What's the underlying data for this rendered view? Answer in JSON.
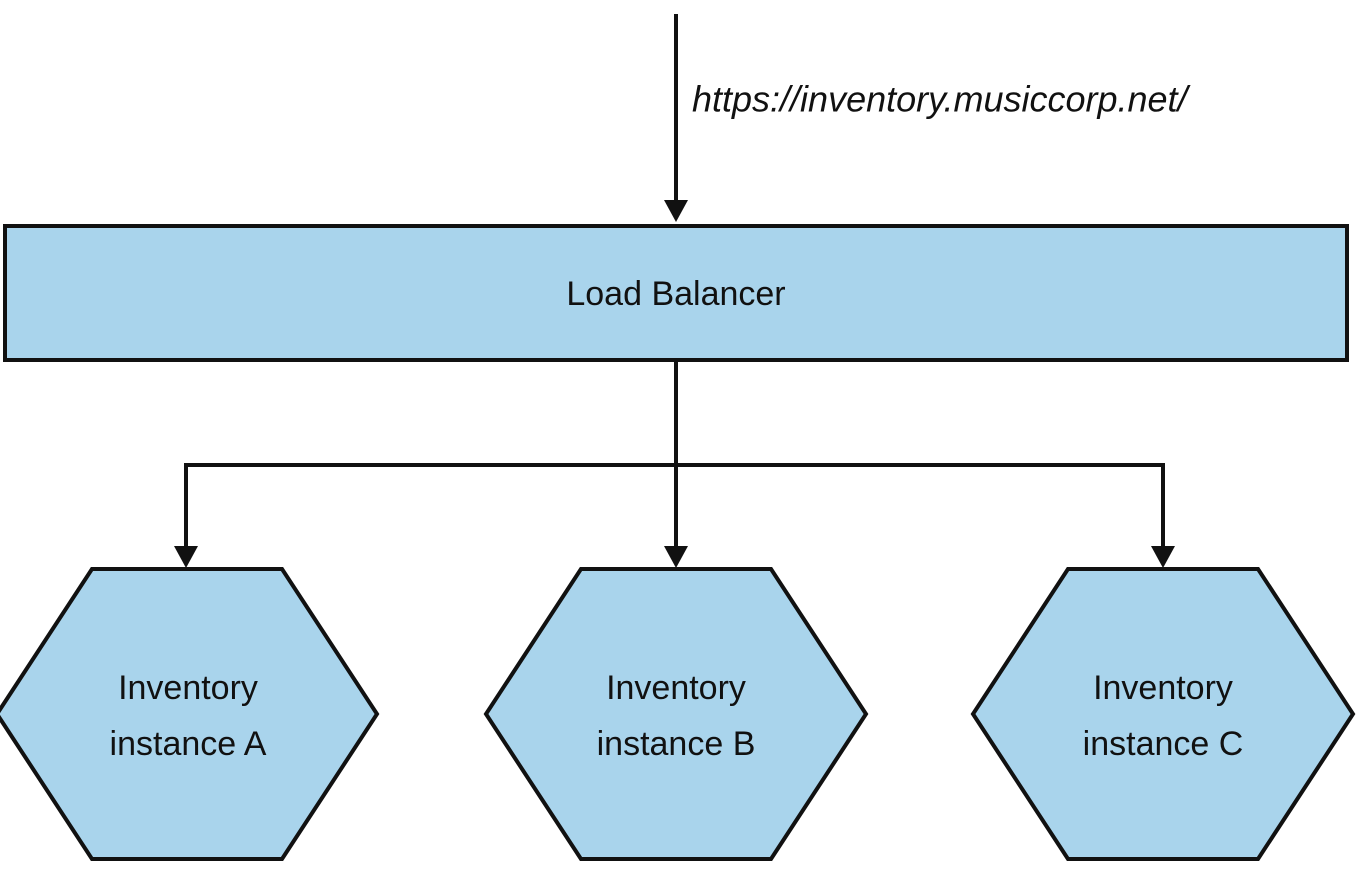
{
  "diagram": {
    "entry_url": "https://inventory.musiccorp.net/",
    "load_balancer": {
      "label": "Load Balancer"
    },
    "instances": [
      {
        "line1": "Inventory",
        "line2": "instance A"
      },
      {
        "line1": "Inventory",
        "line2": "instance B"
      },
      {
        "line1": "Inventory",
        "line2": "instance C"
      }
    ]
  },
  "colors": {
    "node_fill": "#a9d4ec",
    "stroke": "#111111",
    "background": "#ffffff"
  }
}
